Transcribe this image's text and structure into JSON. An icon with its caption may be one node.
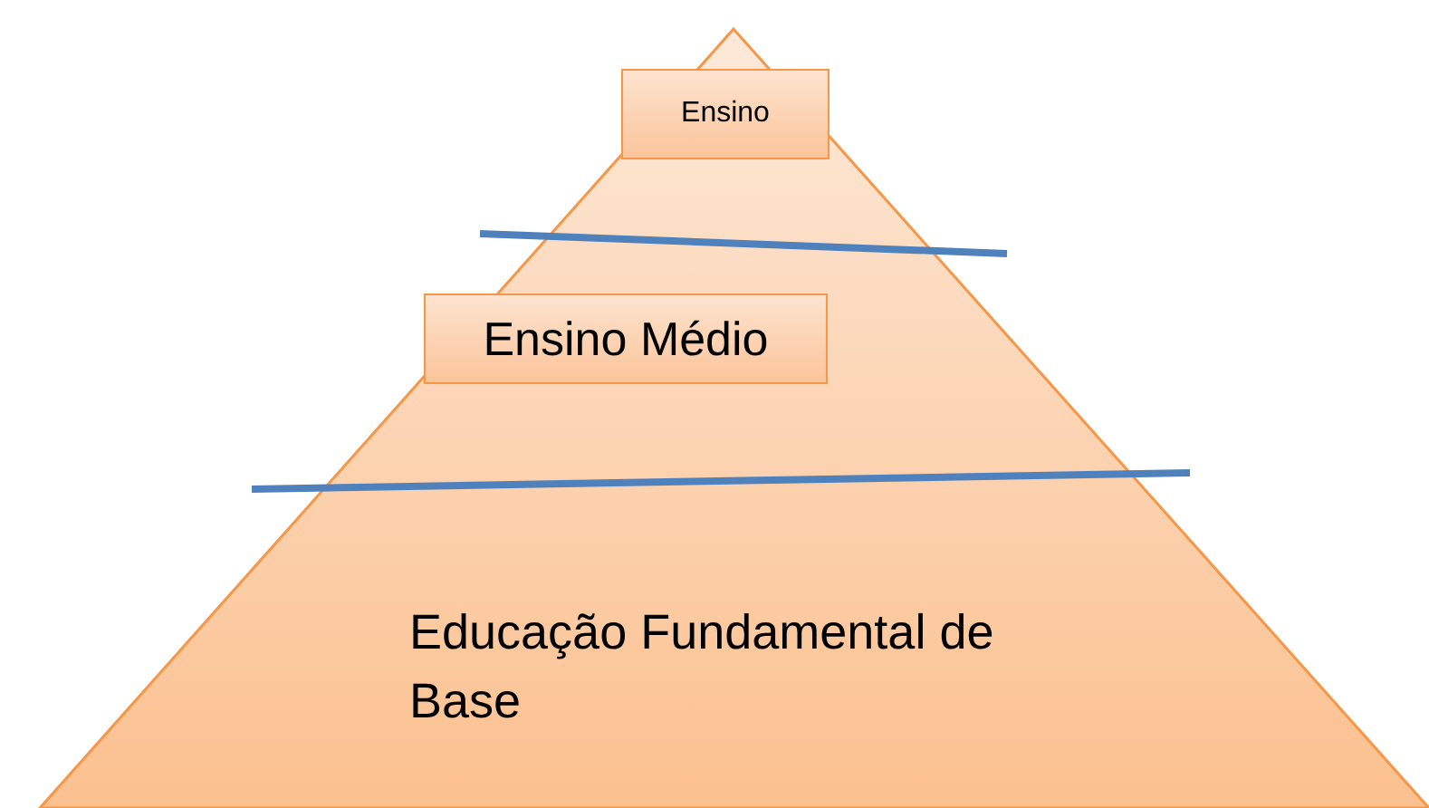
{
  "diagram": {
    "nodes": [
      {
        "text": [
          "Educação Fundamental de Base"
        ]
      },
      {
        "text": [
          "Ensino"
        ],
        "in": 0
      },
      {
        "text": [
          "Ensino Médio"
        ],
        "in": 0
      }
    ]
  }
}
